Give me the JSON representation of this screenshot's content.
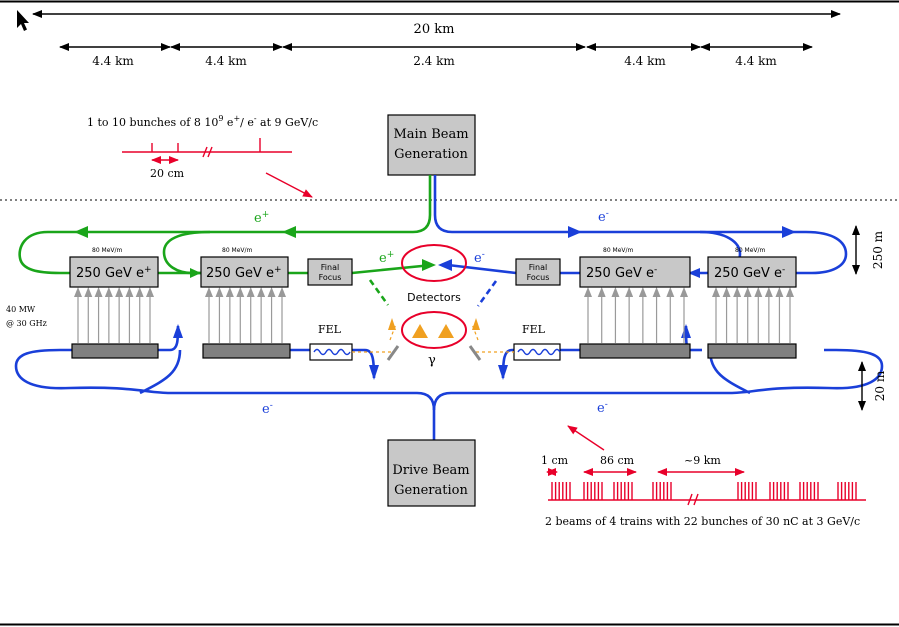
{
  "dimensions": {
    "total": "20 km",
    "segments": [
      "4.4 km",
      "4.4 km",
      "2.4 km",
      "4.4 km",
      "4.4 km"
    ],
    "height_top": "250 m",
    "height_bottom": "20 m"
  },
  "main_beam": {
    "box_line1": "Main Beam",
    "box_line2": "Generation",
    "bunch_text_a": "1 to 10 bunches of 8 10",
    "bunch_text_exp": "9",
    "bunch_text_b": " e",
    "bunch_text_plus": "+",
    "bunch_text_c": "/ e",
    "bunch_text_minus": "-",
    "bunch_text_d": " at 9 GeV/c",
    "spacing": "20 cm"
  },
  "drive_beam": {
    "box_line1": "Drive Beam",
    "box_line2": "Generation",
    "spacing_1": "1 cm",
    "spacing_2": "86 cm",
    "spacing_3": "~9 km",
    "caption": "2 beams of 4 trains with 22 bunches of 30 nC at 3 GeV/c"
  },
  "linacs": {
    "positron_label": "250 GeV e",
    "positron_sup": "+",
    "electron_label": "250 GeV e",
    "electron_sup": "-",
    "gradient": "80 MeV/m"
  },
  "final_focus": {
    "line1": "Final",
    "line2": "Focus"
  },
  "fel": "FEL",
  "detectors": "Detectors",
  "gamma": "γ",
  "rf_power": {
    "line1": "40 MW",
    "line2": "@ 30 GHz"
  },
  "particles": {
    "e_plus": "e",
    "plus": "+",
    "e_minus": "e",
    "minus": "-"
  },
  "colors": {
    "electron_beam": "#1a3fd9",
    "positron_beam": "#1aa51a",
    "annotation": "#e8002a",
    "photon": "#f0a020",
    "box_fill": "#c8c8c8",
    "klystron_fill": "#808080"
  },
  "icons": [
    "cursor-arrow-icon"
  ]
}
